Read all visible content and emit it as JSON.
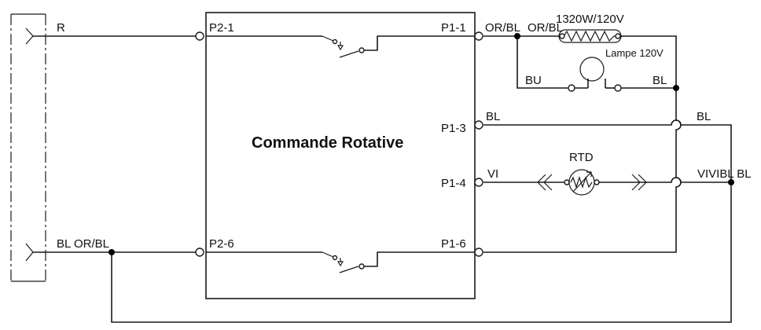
{
  "diagram": {
    "title": "Commande Rotative",
    "terminals": {
      "p2_1": "P2-1",
      "p2_6": "P2-6",
      "p1_1": "P1-1",
      "p1_3": "P1-3",
      "p1_4": "P1-4",
      "p1_6": "P1-6"
    },
    "wires": {
      "left_top": "R",
      "left_bottom": "BL OR/BL",
      "p1_1_a": "OR/BL",
      "p1_1_b": "OR/BL",
      "lamp_left": "BU",
      "lamp_right": "BL",
      "p1_3_left": "BL",
      "p1_3_right": "BL",
      "p1_4_left": "VI",
      "p1_4_right": "VIVIBL BL"
    },
    "components": {
      "element": "1320W/120V",
      "lamp": "Lampe 120V",
      "rtd": "RTD"
    }
  }
}
